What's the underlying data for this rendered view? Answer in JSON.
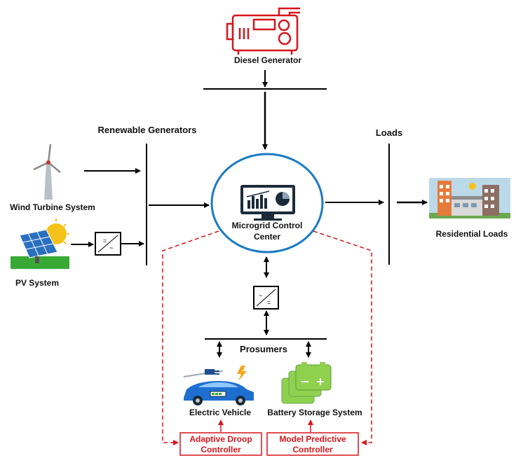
{
  "labels": {
    "diesel_generator": "Diesel Generator",
    "renewable_generators": "Renewable Generators",
    "loads": "Loads",
    "wind_turbine_system": "Wind Turbine System",
    "pv_system": "PV System",
    "control_center_line1": "Microgrid Control",
    "control_center_line2": "Center",
    "residential_loads": "Residential Loads",
    "prosumers": "Prosumers",
    "electric_vehicle": "Electric Vehicle",
    "battery_storage_system": "Battery Storage System"
  },
  "controllers": {
    "adaptive_droop_line1": "Adaptive Droop",
    "adaptive_droop_line2": "Controller",
    "mpc_line1": "Model Predictive",
    "mpc_line2": "Controller"
  },
  "colors": {
    "control_path": "#d8141c",
    "control_center_outline": "#1a7bc4",
    "diesel_icon": "#d8141c"
  },
  "icons": [
    "diesel-generator-icon",
    "wind-turbine-icon",
    "pv-panel-icon",
    "monitor-icon",
    "residential-loads-icon",
    "electric-vehicle-icon",
    "battery-storage-icon"
  ]
}
